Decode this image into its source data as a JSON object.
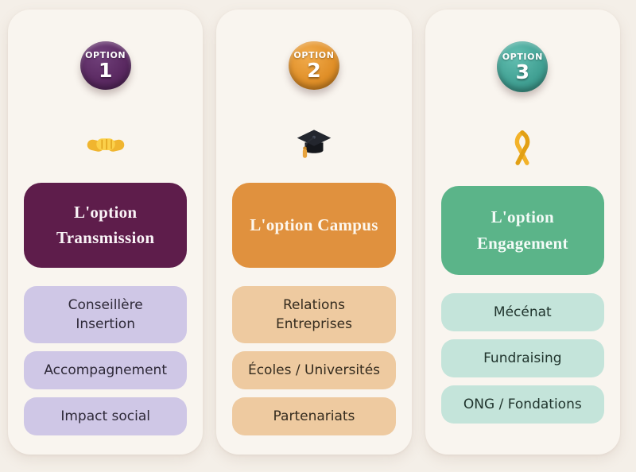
{
  "page": {
    "background": "#f4efe8",
    "card_background": "#f9f5ef"
  },
  "columns": [
    {
      "badge": {
        "label": "OPTION",
        "number": "1"
      },
      "icon": "handshake-icon",
      "title": "L'option\nTransmission",
      "items": [
        "Conseillère\nInsertion",
        "Accompagnement",
        "Impact social"
      ],
      "colors": {
        "badge": "#5a2961",
        "header_bg": "#5e1d4b",
        "header_text": "#faf4f7",
        "pill_bg": "#cfc7e6",
        "pill_text": "#2e2938"
      }
    },
    {
      "badge": {
        "label": "OPTION",
        "number": "2"
      },
      "icon": "graduation-cap-icon",
      "title": "L'option Campus",
      "items": [
        "Relations\nEntreprises",
        "Écoles / Universités",
        "Partenariats"
      ],
      "colors": {
        "badge": "#e08f28",
        "header_bg": "#e0913e",
        "header_text": "#fdf7ee",
        "pill_bg": "#eecaa0",
        "pill_text": "#342b1e"
      }
    },
    {
      "badge": {
        "label": "OPTION",
        "number": "3"
      },
      "icon": "ribbon-icon",
      "title": "L'option\nEngagement",
      "items": [
        "Mécénat",
        "Fundraising",
        "ONG / Fondations"
      ],
      "colors": {
        "badge": "#41a093",
        "header_bg": "#5bb489",
        "header_text": "#f3fbf7",
        "pill_bg": "#c4e4da",
        "pill_text": "#20342d"
      }
    }
  ]
}
